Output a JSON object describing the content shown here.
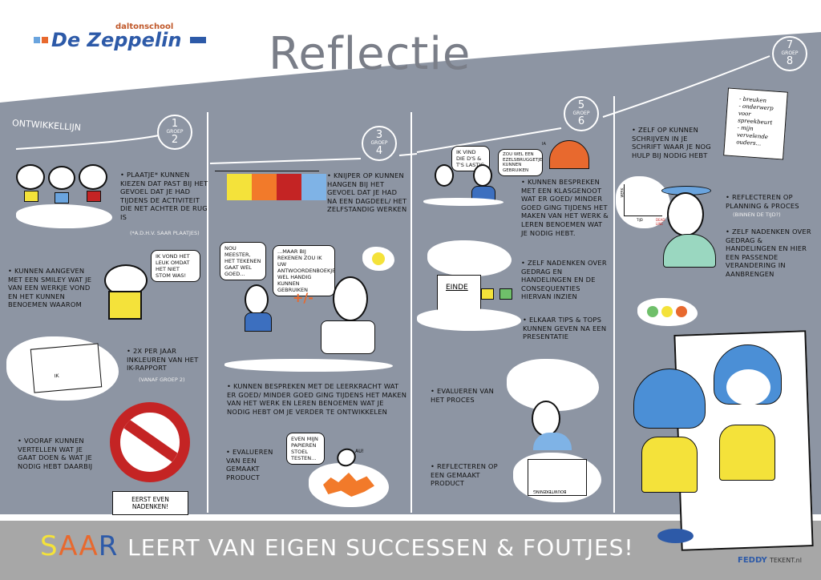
{
  "logo": {
    "sub": "daltonschool",
    "name": "De Zeppelin"
  },
  "title": "Reflectie",
  "ontwikkellijn": "ONTWIKKELLIJN",
  "groups": [
    {
      "top": "1",
      "label": "GROEP",
      "bottom": "2"
    },
    {
      "top": "3",
      "label": "GROEP",
      "bottom": "4"
    },
    {
      "top": "5",
      "label": "GROEP",
      "bottom": "6"
    },
    {
      "top": "7",
      "label": "GROEP",
      "bottom": "8"
    }
  ],
  "col1": {
    "b1": "Plaatje* kunnen kiezen dat past bij het gevoel dat je had tijdens de activiteit die net achter de rug is",
    "b1_note": "(*a.d.h.v. SAAR plaatjes)",
    "b2": "Kunnen aangeven met een smiley wat je van een werkje vond en het kunnen benoemen waarom",
    "speech": "Ik vond het leuk omdat het niet stom was!",
    "b3": "2x per jaar inkleuren van het ik-rapport",
    "b3_note": "(vanaf groep 2)",
    "ik": "IK",
    "b4": "Vooraf kunnen vertellen wat je gaat doen & wat je nodig hebt daarbij",
    "sign": "Eerst even nadenken!"
  },
  "col2": {
    "b1": "Knijper op kunnen hangen bij het gevoel dat je had na een dagdeel/ het zelfstandig werken",
    "speech1": "Nou meester, het tekenen gaat wel goed...",
    "speech2": "...maar bij rekenen zou ik uw antwoordenboekje wel handig kunnen gebruiken",
    "plusminus": "+/-",
    "b2": "Kunnen bespreken met de leerkracht wat er goed/ minder goed ging tijdens het maken van het werk en leren benoemen wat je nodig hebt om je verder te ontwikkelen",
    "b3": "Evalueren van een gemaakt product",
    "speech3": "Even mijn papieren stoel testen...",
    "au": "AU!"
  },
  "col3": {
    "speech1": "Ik vind die D's & T's lastig",
    "speech2": "Zou wel een ezelsbruggetje kunnen gebruiken",
    "ia": "IA",
    "b1": "Kunnen bespreken met een klasgenoot wat er goed/ minder goed ging tijdens het maken van het werk & leren benoemen wat je nodig hebt.",
    "b2": "Zelf nadenken over gedrag en handelingen en de consequenties hiervan inzien",
    "einde": "EINDE",
    "b3": "Elkaar tips & tops kunnen geven na een presentatie",
    "b4": "Evalueren van het proces",
    "b5": "Reflecteren op een gemaakt product",
    "drawing": "Bouwtekening"
  },
  "col4": {
    "b1": "Zelf op kunnen schrijven in je schrift waar je nog hulp bij nodig hebt",
    "notes": [
      "- breuken",
      "- onderwerp voor spreekbeurt",
      "- mijn vervelende ouders..."
    ],
    "chart": {
      "y": "WERK",
      "x": "TIJD",
      "deadline": "DEAD LINE"
    },
    "b2": "Reflecteren op planning & proces",
    "b2_note": "(binnen de tijd?)",
    "b3": "Zelf nadenken over gedrag & handelingen en hier een passende verandering in aanbrengen"
  },
  "footer": {
    "saar": [
      "S",
      "A",
      "A",
      "R"
    ],
    "text": "LEERT VAN EIGEN SUCCESSEN & FOUTJES!",
    "credit1": "FEDDY",
    "credit2": "TEKENT.nl"
  },
  "colors": {
    "grey": "#8d95a3",
    "footer": "#a7a7a7",
    "blue": "#2d5aa8",
    "orange": "#e8692e",
    "yellow": "#f4e23a"
  }
}
